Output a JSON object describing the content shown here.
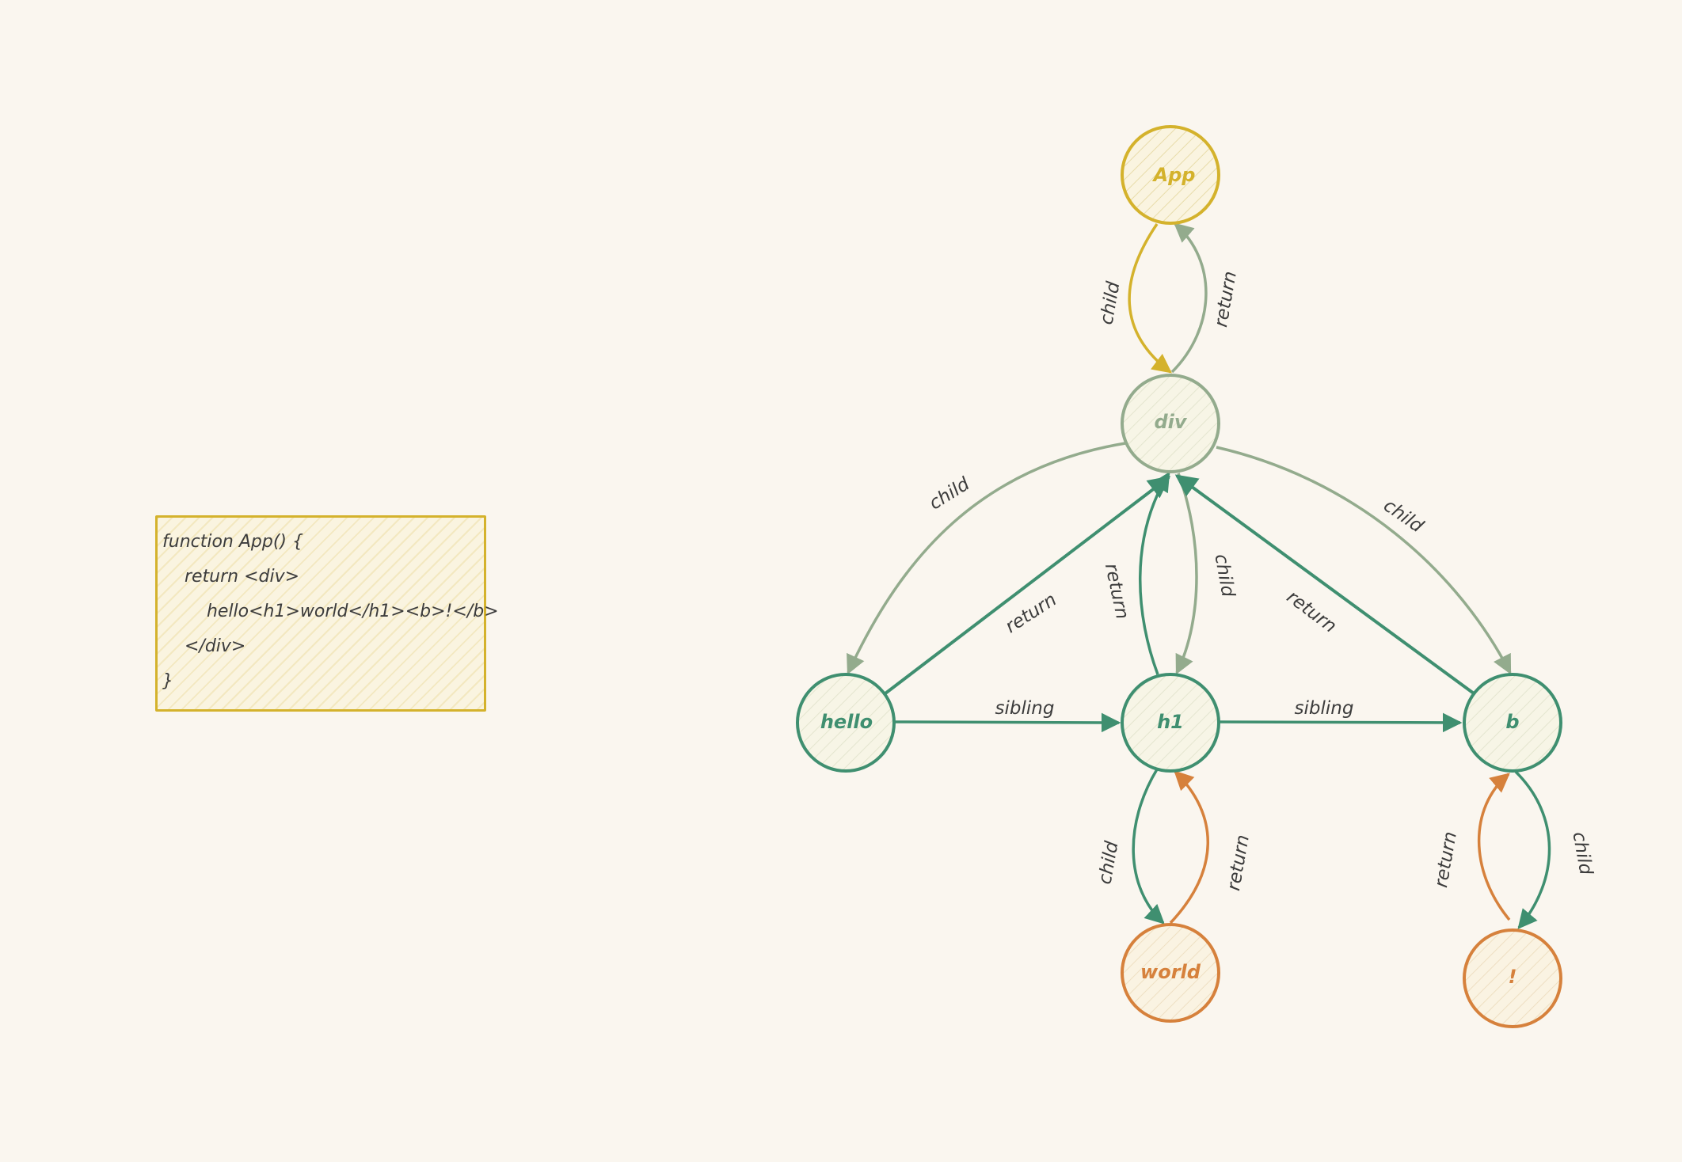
{
  "code": {
    "lines": [
      "function App() {",
      "    return <div>",
      "        hello<h1>world</h1><b>!</b>",
      "    </div>",
      "}"
    ]
  },
  "colors": {
    "yellow": "#d4b22c",
    "sage": "#93ab8d",
    "green": "#3f8f70",
    "orange": "#d6813c"
  },
  "nodes": {
    "app": "App",
    "div": "div",
    "hello": "hello",
    "h1": "h1",
    "b": "b",
    "world": "world",
    "bang": "!"
  },
  "edges": {
    "app_div_child": "child",
    "div_app_return": "return",
    "div_hello_child": "child",
    "hello_div_return": "return",
    "h1_div_return": "return",
    "div_h1_child": "child",
    "b_div_return": "return",
    "div_b_child": "child",
    "hello_h1_sibling": "sibling",
    "h1_b_sibling": "sibling",
    "h1_world_child": "child",
    "world_h1_return": "return",
    "bang_b_return": "return",
    "b_bang_child": "child"
  }
}
